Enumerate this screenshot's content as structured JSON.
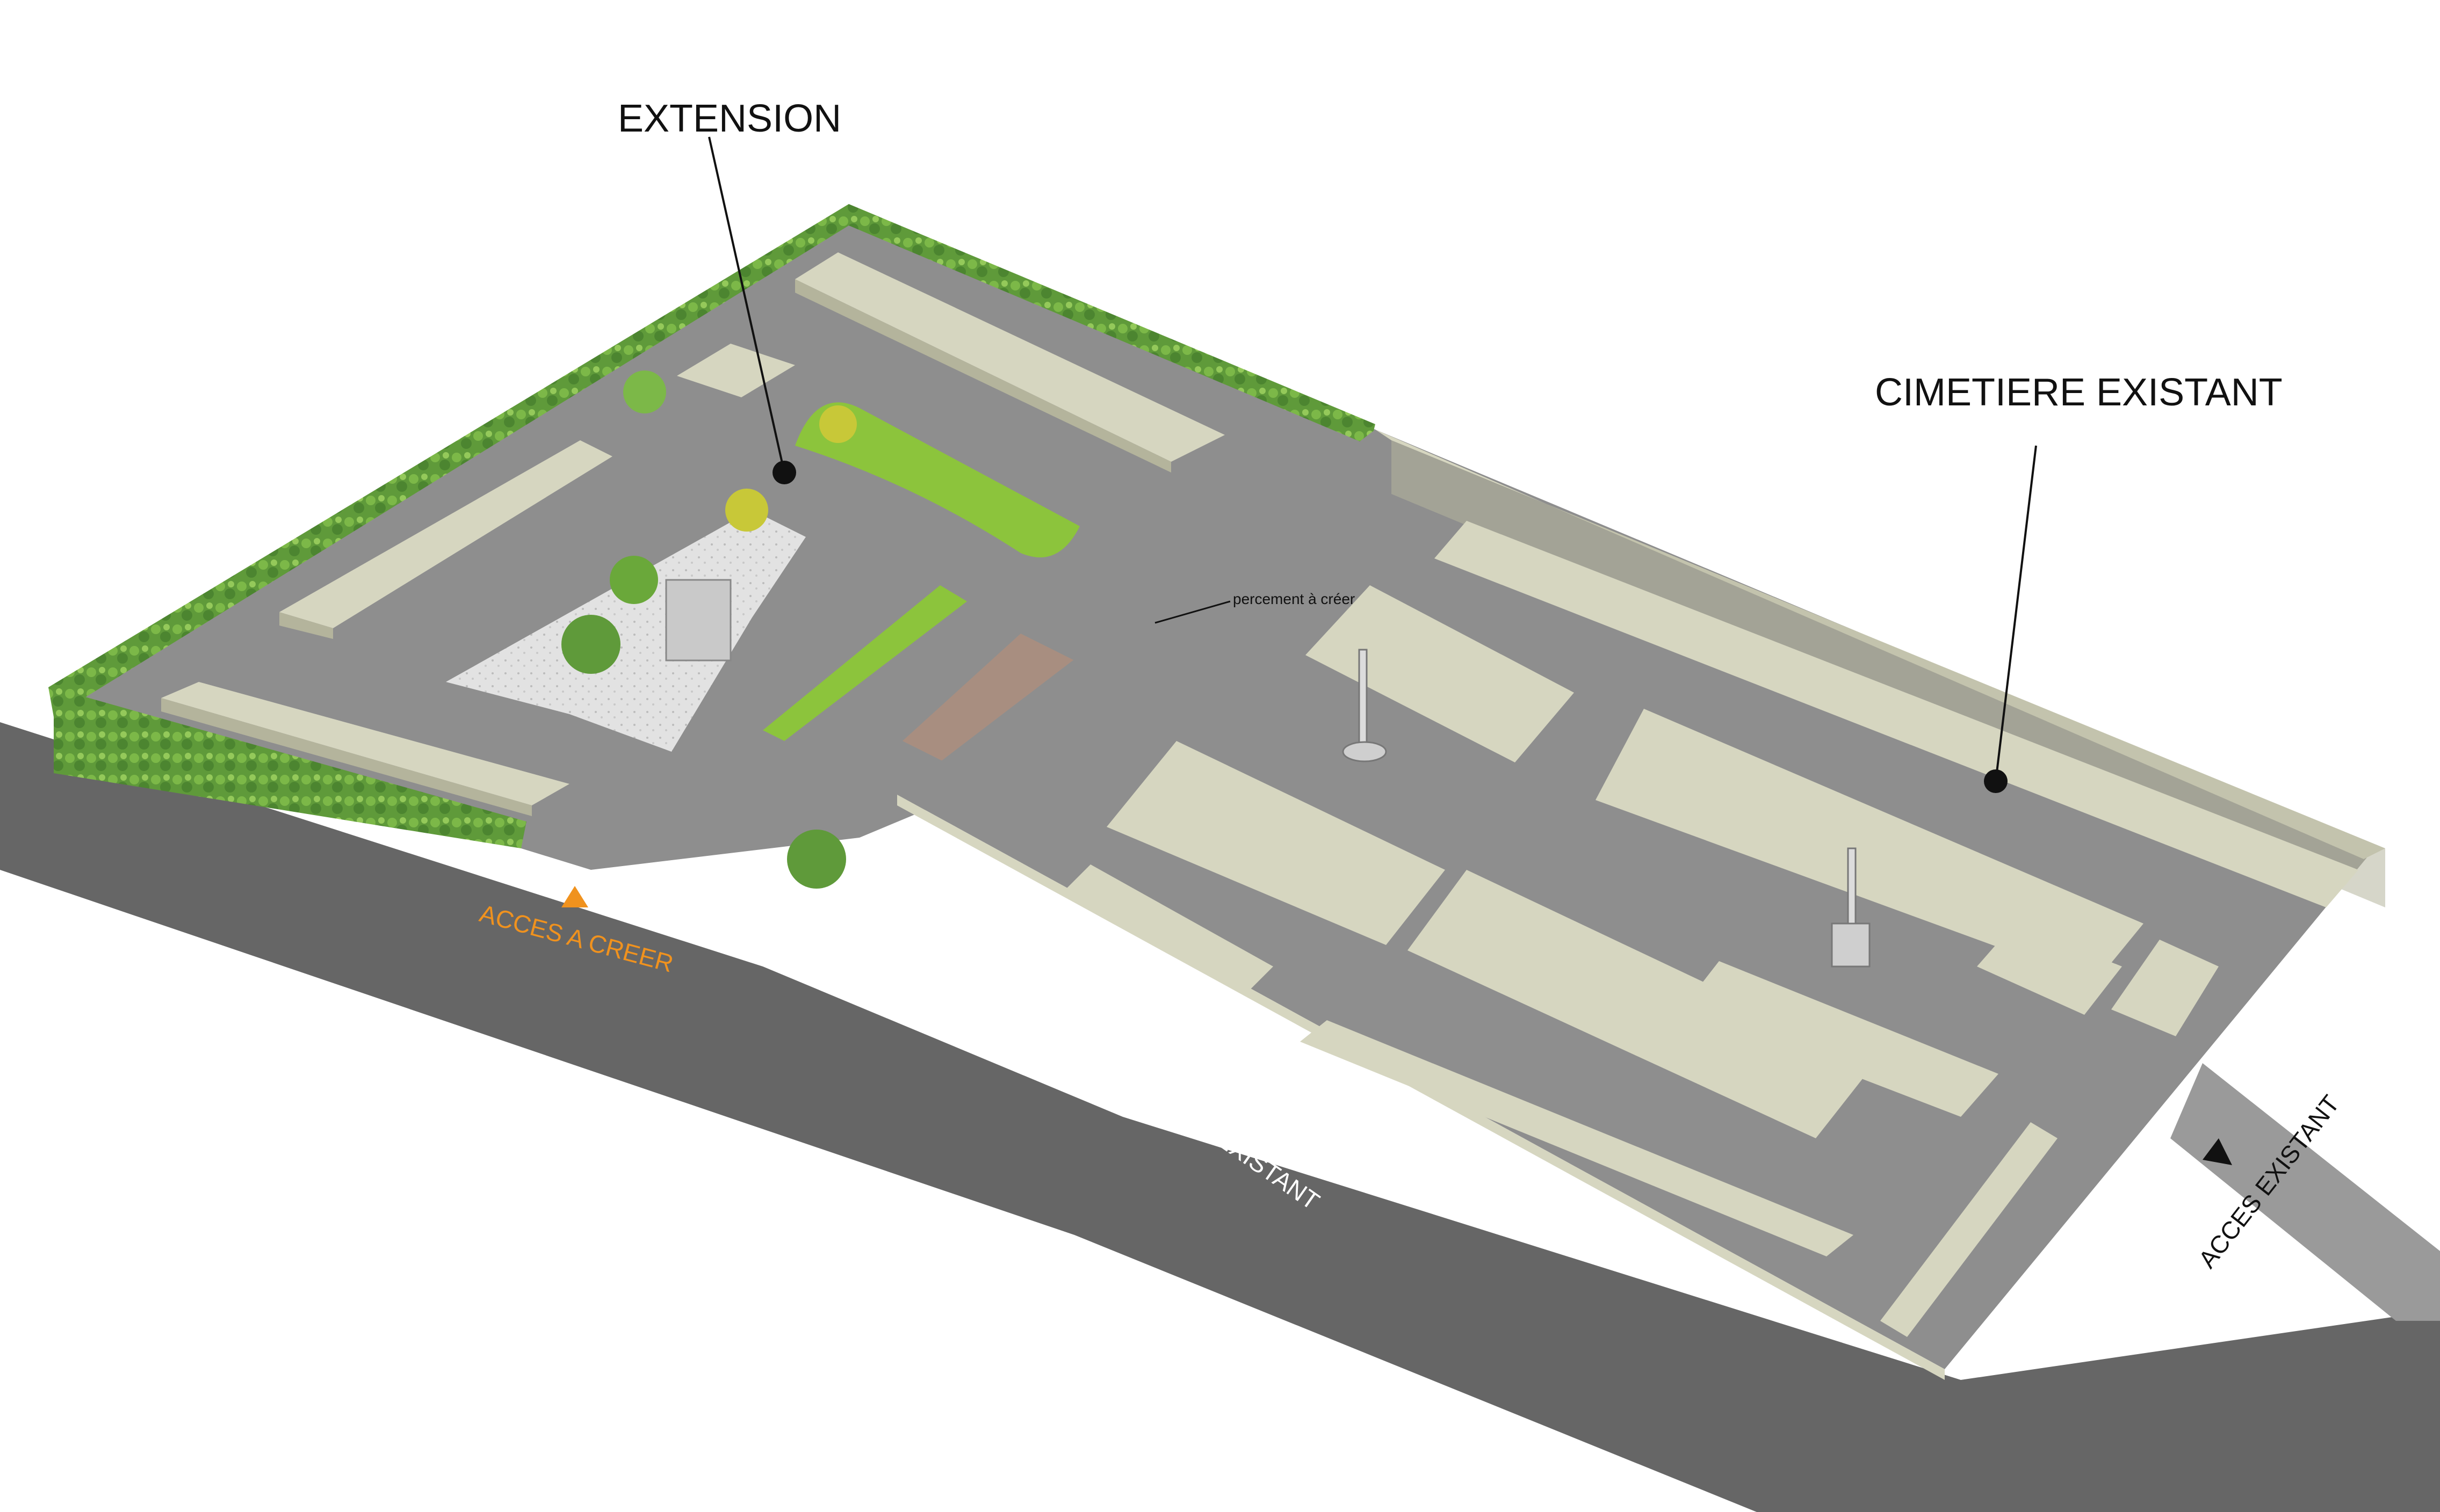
{
  "labels": {
    "extension": "EXTENSION",
    "cimetiere": "CIMETIERE EXISTANT",
    "percement": "percement à créer",
    "acces_a_creer": "ACCES A CREER",
    "acces_existant_main": "ACCES EXISTANT",
    "acces_existant_side": "ACCES EXISTANT"
  },
  "colors": {
    "road": "#666666",
    "road_side": "#9a9a9a",
    "ground": "#8e8e8e",
    "slab": "#d6d6c0",
    "slab_side": "#b4b49c",
    "hedge": "#5f9a3a",
    "grass": "#8cc43c",
    "gravel": "#e4e4e4",
    "accent": "#f0921e",
    "text": "#111111"
  }
}
